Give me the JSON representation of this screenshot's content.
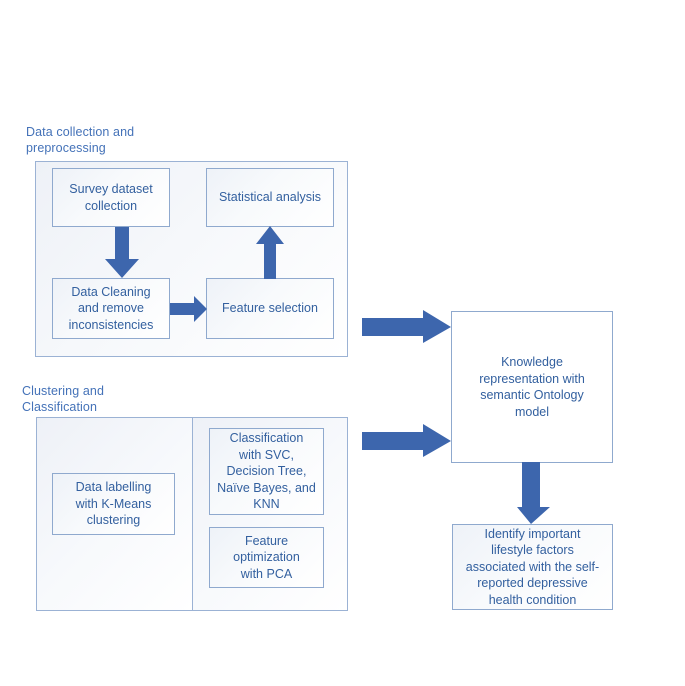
{
  "diagram": {
    "title": "Methodology flowchart for depression lifestyle factor identification",
    "accent_color": "#3D66AD",
    "box_text_color": "#33609F",
    "box_border_color": "#8FA9CE",
    "group_label_color": "#4472B8",
    "groups": [
      {
        "id": "data-collection",
        "label": "Data collection and\n   preprocessing"
      },
      {
        "id": "clustering-classification",
        "label": "Clustering and\n Classification"
      }
    ],
    "nodes": [
      {
        "id": "survey-dataset-collection",
        "text": "Survey dataset\ncollection"
      },
      {
        "id": "statistical-analysis",
        "text": "Statistical analysis"
      },
      {
        "id": "data-cleaning",
        "text": "Data Cleaning\nand remove\ninconsistencies"
      },
      {
        "id": "feature-selection",
        "text": "Feature selection"
      },
      {
        "id": "data-labelling",
        "text": "Data labelling\nwith K-Means\nclustering"
      },
      {
        "id": "classification",
        "text": "Classification\nwith SVC,\nDecision Tree,\nNaïve Bayes, and\nKNN"
      },
      {
        "id": "feature-optimization",
        "text": "Feature\noptimization\nwith PCA"
      },
      {
        "id": "knowledge-representation",
        "text": "Knowledge\nrepresentation with\nsemantic Ontology\nmodel"
      },
      {
        "id": "identify-lifestyle-factors",
        "text": "Identify important\nlifestyle factors\nassociated with the self-\nreported depressive\nhealth condition"
      }
    ],
    "arrows": [
      {
        "id": "survey-to-cleaning",
        "direction": "down"
      },
      {
        "id": "cleaning-to-feature-selection",
        "direction": "right"
      },
      {
        "id": "feature-selection-to-statistical",
        "direction": "up"
      },
      {
        "id": "preprocessing-to-knowledge",
        "direction": "right"
      },
      {
        "id": "clustering-to-knowledge",
        "direction": "right"
      },
      {
        "id": "knowledge-to-identify",
        "direction": "down"
      }
    ]
  }
}
